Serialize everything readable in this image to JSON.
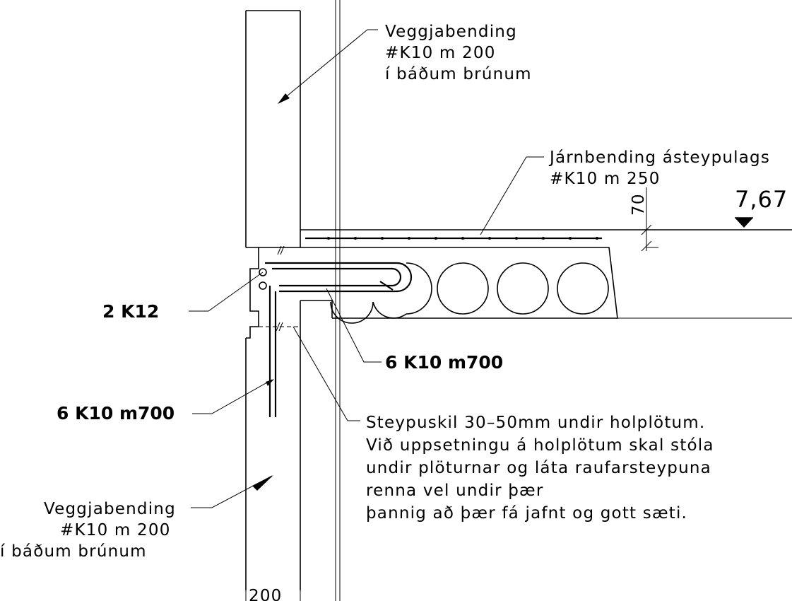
{
  "labels": {
    "wall_top": {
      "line1": "Veggjabending",
      "line2": "#K10  m  200",
      "line3": "í  báðum  brúnum"
    },
    "slab_rebar": {
      "line1": "Járnbending ásteypulags",
      "line2": "#K10  m  250"
    },
    "dim_70": "70",
    "level": "7,67",
    "left_bar": "2  K12",
    "mid_bar": "6  K10  m700",
    "left_lower_bar": "6  K10  m700",
    "note": {
      "line1": "Steypuskil 30–50mm  undir holplötum.",
      "line2": "Við  uppsetningu  á  holplötum  skal  stóla",
      "line3": "undir  plöturnar  og  láta  raufarsteypuna",
      "line4": "renna  vel  undir  þær",
      "line5": "þannig  að  þær  fá  jafnt  og  gott  sæti."
    },
    "wall_bottom": {
      "line1": "Veggjabending",
      "line2": "#K10  m  200",
      "line3": "í  báðum  brúnum"
    },
    "dim_200": "200"
  }
}
